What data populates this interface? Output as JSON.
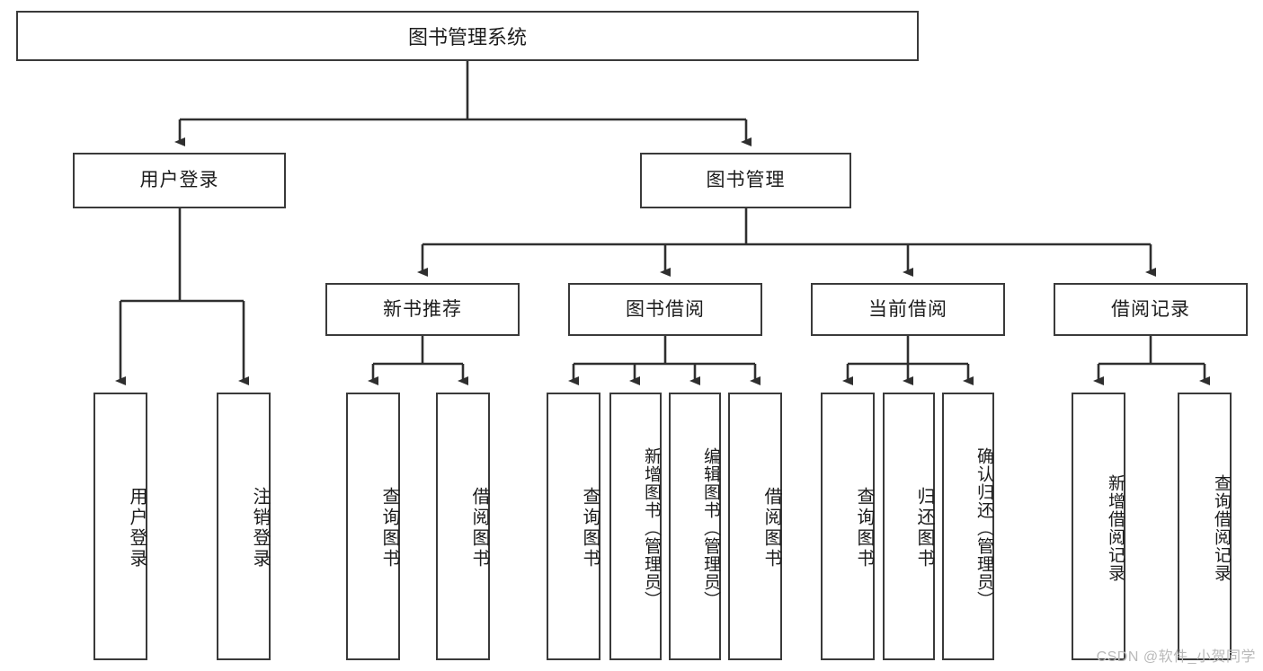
{
  "diagram": {
    "title": "图书管理系统",
    "type": "tree",
    "root": {
      "label": "图书管理系统"
    },
    "level2": [
      {
        "id": "user-login",
        "label": "用户登录"
      },
      {
        "id": "book-management",
        "label": "图书管理"
      }
    ],
    "level3": [
      {
        "id": "new-book-recommend",
        "label": "新书推荐",
        "parent": "book-management"
      },
      {
        "id": "book-borrow",
        "label": "图书借阅",
        "parent": "book-management"
      },
      {
        "id": "current-borrow",
        "label": "当前借阅",
        "parent": "book-management"
      },
      {
        "id": "borrow-record",
        "label": "借阅记录",
        "parent": "book-management"
      }
    ],
    "leaves": [
      {
        "id": "leaf-user-login",
        "label": "用户登录",
        "parent": "user-login"
      },
      {
        "id": "leaf-logout-login",
        "label": "注销登录",
        "parent": "user-login"
      },
      {
        "id": "leaf-query-book-1",
        "label": "查询图书",
        "parent": "new-book-recommend"
      },
      {
        "id": "leaf-borrow-book-1",
        "label": "借阅图书",
        "parent": "new-book-recommend"
      },
      {
        "id": "leaf-query-book-2",
        "label": "查询图书",
        "parent": "book-borrow"
      },
      {
        "id": "leaf-add-book",
        "label": "新增图书（管理员）",
        "parent": "book-borrow"
      },
      {
        "id": "leaf-edit-book",
        "label": "编辑图书（管理员）",
        "parent": "book-borrow"
      },
      {
        "id": "leaf-borrow-book-2",
        "label": "借阅图书",
        "parent": "book-borrow"
      },
      {
        "id": "leaf-query-book-3",
        "label": "查询图书",
        "parent": "current-borrow"
      },
      {
        "id": "leaf-return-book",
        "label": "归还图书",
        "parent": "current-borrow"
      },
      {
        "id": "leaf-confirm-return",
        "label": "确认归还（管理员）",
        "parent": "current-borrow"
      },
      {
        "id": "leaf-add-borrow-record",
        "label": "新增借阅记录",
        "parent": "borrow-record"
      },
      {
        "id": "leaf-query-borrow-record",
        "label": "查询借阅记录",
        "parent": "borrow-record"
      }
    ],
    "colors": {
      "border": "#3a3a3a",
      "background": "#ffffff",
      "text": "#1c1c1c",
      "connector": "#2f2f2f",
      "watermark": "#b9b9b9"
    }
  },
  "watermark": {
    "text": "CSDN @软件_小贺同学"
  }
}
